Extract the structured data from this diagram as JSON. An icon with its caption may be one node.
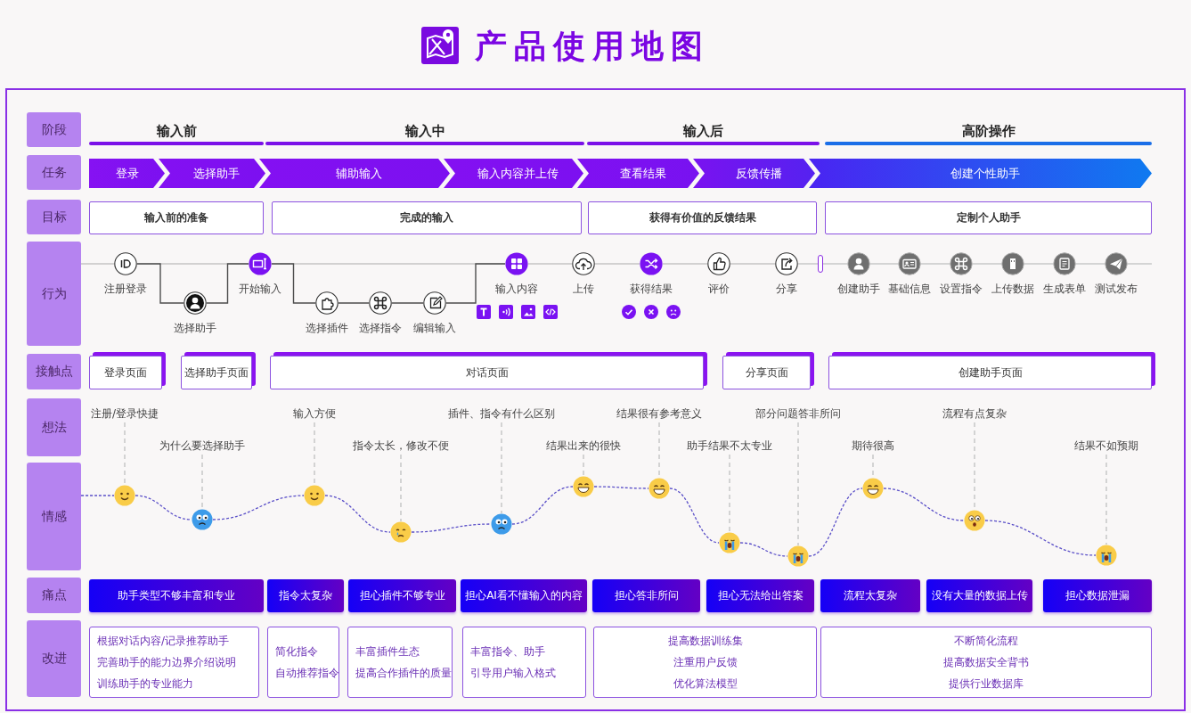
{
  "diagram": {
    "title": "产品使用地图",
    "nodes": [
      {
        "text": [
          "阶段"
        ]
      },
      {
        "text": [
          "任务"
        ]
      },
      {
        "text": [
          "登录"
        ]
      },
      {
        "text": [
          "选择助手"
        ]
      },
      {
        "text": [
          "辅助输入"
        ]
      },
      {
        "text": [
          "输入内容并上传"
        ]
      },
      {
        "text": [
          "查看结果"
        ]
      },
      {
        "text": [
          "反馈传播"
        ]
      },
      {
        "text": [
          "创建个性助手"
        ]
      },
      {
        "text": [
          "目标"
        ]
      },
      {
        "text": [
          "输入前的准备"
        ]
      },
      {
        "text": [
          "完成的输入"
        ]
      },
      {
        "text": [
          "获得有价值的反馈结果"
        ]
      },
      {
        "text": [
          "定制个人助手"
        ]
      },
      {
        "text": [
          "行为"
        ]
      },
      {
        "text": [],
        "shape": "circle",
        "beside": [
          "注册登录"
        ]
      },
      {
        "text": [],
        "shape": "circle",
        "beside": [
          "选择助手"
        ]
      },
      {
        "text": [],
        "shape": "circle",
        "beside": [
          "开始输入"
        ]
      },
      {
        "text": [],
        "shape": "circle",
        "beside": [
          "选择插件"
        ]
      },
      {
        "text": [],
        "shape": "circle",
        "beside": [
          "选择指令"
        ]
      },
      {
        "text": [],
        "shape": "circle",
        "beside": [
          "编辑输入"
        ]
      },
      {
        "text": [],
        "shape": "circle",
        "beside": [
          "输入内容"
        ]
      },
      {
        "text": [],
        "shape": "circle",
        "beside": [
          "上传"
        ]
      },
      {
        "text": [],
        "shape": "circle",
        "beside": [
          "获得结果"
        ]
      },
      {
        "text": [],
        "shape": "circle",
        "beside": [
          "评价"
        ]
      },
      {
        "text": [],
        "shape": "circle",
        "beside": [
          "分享"
        ]
      },
      {
        "text": [],
        "shape": "bar"
      },
      {
        "text": [],
        "shape": "circle",
        "beside": [
          "创建助手"
        ]
      },
      {
        "text": [],
        "shape": "circle",
        "beside": [
          "基础信息"
        ]
      },
      {
        "text": [],
        "shape": "circle",
        "beside": [
          "设置指令"
        ]
      },
      {
        "text": [],
        "shape": "circle",
        "beside": [
          "上传数据"
        ]
      },
      {
        "text": [],
        "shape": "circle",
        "beside": [
          "生成表单"
        ]
      },
      {
        "text": [],
        "shape": "circle",
        "beside": [
          "测试发布"
        ]
      },
      {
        "text": [
          "接触点"
        ]
      },
      {
        "text": [
          "登录页面"
        ]
      },
      {
        "text": [
          "选择助手页面"
        ]
      },
      {
        "text": [
          "对话页面"
        ]
      },
      {
        "text": [
          "分享页面"
        ]
      },
      {
        "text": [
          "创建助手页面"
        ]
      },
      {
        "text": [
          "想法"
        ]
      },
      {
        "text": [
          "注册/登录快捷"
        ]
      },
      {
        "text": [
          "为什么要选择助手"
        ]
      },
      {
        "text": [
          "输入方便"
        ]
      },
      {
        "text": [
          "指令太长，修改不便"
        ]
      },
      {
        "text": [
          "插件、指令有什么区别"
        ]
      },
      {
        "text": [
          "结果出来的很快"
        ]
      },
      {
        "text": [
          "结果很有参考意义"
        ]
      },
      {
        "text": [
          "助手结果不太专业"
        ]
      },
      {
        "text": [
          "部分问题答非所问"
        ]
      },
      {
        "text": [
          "期待很高"
        ]
      },
      {
        "text": [
          "流程有点复杂"
        ]
      },
      {
        "text": [
          "结果不如预期"
        ]
      },
      {
        "text": [
          "情感"
        ]
      },
      {
        "text": [],
        "shape": "picture"
      },
      {
        "text": [],
        "shape": "picture"
      },
      {
        "text": [],
        "shape": "picture"
      },
      {
        "text": [],
        "shape": "picture"
      },
      {
        "text": [],
        "shape": "picture"
      },
      {
        "text": [],
        "shape": "picture"
      },
      {
        "text": [],
        "shape": "picture"
      },
      {
        "text": [],
        "shape": "picture"
      },
      {
        "text": [],
        "shape": "picture"
      },
      {
        "text": [],
        "shape": "picture"
      },
      {
        "text": [],
        "shape": "picture"
      },
      {
        "text": [],
        "shape": "picture"
      },
      {
        "text": [
          "痛点"
        ]
      },
      {
        "text": [
          "助手类型不够丰富和专业"
        ]
      },
      {
        "text": [
          "指令太复杂"
        ]
      },
      {
        "text": [
          "担心插件不够专业"
        ]
      },
      {
        "text": [
          "担心AI看不懂输入的内容"
        ]
      },
      {
        "text": [
          "担心答非所问"
        ]
      },
      {
        "text": [
          "担心无法给出答案"
        ]
      },
      {
        "text": [
          "流程太复杂"
        ]
      },
      {
        "text": [
          "没有大量的数据上传"
        ]
      },
      {
        "text": [
          "担心数据泄漏"
        ]
      },
      {
        "text": [
          "改进"
        ]
      },
      {
        "text": [
          "根据对话内容/记录推荐助手",
          "完善助手的能力边界介绍说明",
          "训练助手的专业能力"
        ]
      },
      {
        "text": [
          "简化指令",
          "自动推荐指令"
        ]
      },
      {
        "text": [
          "丰富插件生态",
          "提高合作插件的质量"
        ]
      },
      {
        "text": [
          "丰富指令、助手",
          "引导用户输入格式"
        ]
      },
      {
        "text": [
          "提高数据训练集",
          "注重用户反馈",
          "优化算法模型"
        ]
      },
      {
        "text": [
          "不断简化流程",
          "提高数据安全背书",
          "提供行业数据库"
        ]
      }
    ],
    "edges": [
      {
        "from": 14,
        "to": 15,
        "arrow": "none"
      },
      {
        "from": 15,
        "to": 17,
        "arrow": "none"
      },
      {
        "from": 15,
        "to": 16,
        "arrow": "none",
        "color": "#4d4d4d"
      },
      {
        "from": 16,
        "to": 17,
        "arrow": "none",
        "color": "#4d4d4d"
      },
      {
        "from": 17,
        "to": 21,
        "arrow": "none"
      },
      {
        "from": 17,
        "to": 18,
        "arrow": "none",
        "color": "#4d4d4d"
      },
      {
        "from": 18,
        "to": 19,
        "arrow": "none",
        "color": "#4d4d4d"
      },
      {
        "from": 19,
        "to": 20,
        "arrow": "none",
        "color": "#4d4d4d"
      },
      {
        "from": 20,
        "to": 21,
        "arrow": "none",
        "color": "#4d4d4d"
      },
      {
        "from": 21,
        "to": 22,
        "arrow": "none"
      },
      {
        "from": 22,
        "to": 23,
        "arrow": "none"
      },
      {
        "from": 23,
        "to": 24,
        "arrow": "none"
      },
      {
        "from": 24,
        "to": 25,
        "arrow": "none"
      },
      {
        "from": 25,
        "to": 26,
        "arrow": "none"
      },
      {
        "from": 26,
        "to": 27,
        "arrow": "none"
      },
      {
        "from": 27,
        "to": 28,
        "arrow": "none"
      },
      {
        "from": 28,
        "to": 29,
        "arrow": "none"
      },
      {
        "from": 29,
        "to": 30,
        "arrow": "none"
      },
      {
        "from": 30,
        "to": 31,
        "arrow": "none"
      },
      {
        "from": 31,
        "to": 32,
        "arrow": "none"
      },
      {
        "from": 32,
        "to": null,
        "arrow": "none"
      },
      {
        "from": 52,
        "to": 53,
        "arrow": "none",
        "style": "dashed",
        "color": "#5a4fc8"
      },
      {
        "from": 53,
        "to": 54,
        "arrow": "none",
        "style": "dashed",
        "color": "#5a4fc8"
      },
      {
        "from": 54,
        "to": 55,
        "arrow": "none",
        "style": "dashed",
        "color": "#5a4fc8"
      },
      {
        "from": 55,
        "to": 56,
        "arrow": "none",
        "style": "dashed",
        "color": "#5a4fc8"
      },
      {
        "from": 56,
        "to": 57,
        "arrow": "none",
        "style": "dashed",
        "color": "#5a4fc8"
      },
      {
        "from": 57,
        "to": 58,
        "arrow": "none",
        "style": "dashed",
        "color": "#5a4fc8"
      },
      {
        "from": 58,
        "to": 59,
        "arrow": "none",
        "style": "dashed",
        "color": "#5a4fc8"
      },
      {
        "from": 59,
        "to": 60,
        "arrow": "none",
        "style": "dashed",
        "color": "#5a4fc8"
      },
      {
        "from": 60,
        "to": 61,
        "arrow": "none",
        "style": "dashed",
        "color": "#5a4fc8"
      },
      {
        "from": 61,
        "to": 62,
        "arrow": "none",
        "style": "dashed",
        "color": "#5a4fc8"
      },
      {
        "from": 62,
        "to": 63,
        "arrow": "none",
        "style": "dashed",
        "color": "#5a4fc8"
      },
      {
        "from": 63,
        "to": 64,
        "arrow": "none",
        "style": "dashed",
        "color": "#5a4fc8"
      },
      {
        "from": 40,
        "to": 53,
        "arrow": "none",
        "style": "dashed"
      },
      {
        "from": 41,
        "to": 54,
        "arrow": "none",
        "style": "dashed"
      },
      {
        "from": 42,
        "to": 55,
        "arrow": "none",
        "style": "dashed"
      },
      {
        "from": 43,
        "to": 56,
        "arrow": "none",
        "style": "dashed"
      },
      {
        "from": 44,
        "to": 57,
        "arrow": "none",
        "style": "dashed"
      },
      {
        "from": 45,
        "to": 58,
        "arrow": "none",
        "style": "dashed"
      },
      {
        "from": 46,
        "to": 59,
        "arrow": "none",
        "style": "dashed"
      },
      {
        "from": 47,
        "to": 60,
        "arrow": "none",
        "style": "dashed"
      },
      {
        "from": 48,
        "to": 61,
        "arrow": "none",
        "style": "dashed"
      },
      {
        "from": 49,
        "to": 62,
        "arrow": "none",
        "style": "dashed"
      },
      {
        "from": 50,
        "to": 63,
        "arrow": "none",
        "style": "dashed"
      },
      {
        "from": 51,
        "to": 64,
        "arrow": "none",
        "style": "dashed"
      }
    ],
    "labels": [
      "输入前",
      "输入中",
      "输入后",
      "高阶操作"
    ]
  }
}
